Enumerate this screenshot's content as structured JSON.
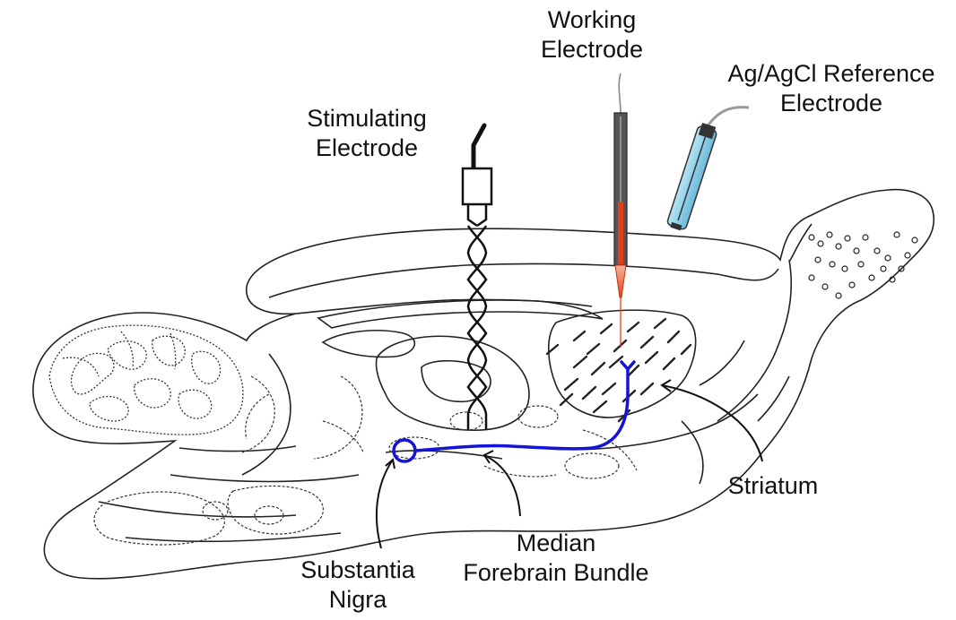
{
  "labels": {
    "working_electrode": [
      "Working",
      "Electrode"
    ],
    "reference_electrode": [
      "Ag/AgCl Reference",
      "Electrode"
    ],
    "stimulating_electrode": [
      "Stimulating",
      "Electrode"
    ],
    "striatum": "Striatum",
    "median_forebrain_bundle": [
      "Median",
      "Forebrain Bundle"
    ],
    "substantia_nigra": [
      "Substantia",
      "Nigra"
    ]
  },
  "colors": {
    "outline": "#222222",
    "dotted": "#333333",
    "pathway": "#1414d8",
    "working_tip": "#e2401a",
    "reference_glass": "#8fd0ea",
    "background": "#ffffff"
  }
}
